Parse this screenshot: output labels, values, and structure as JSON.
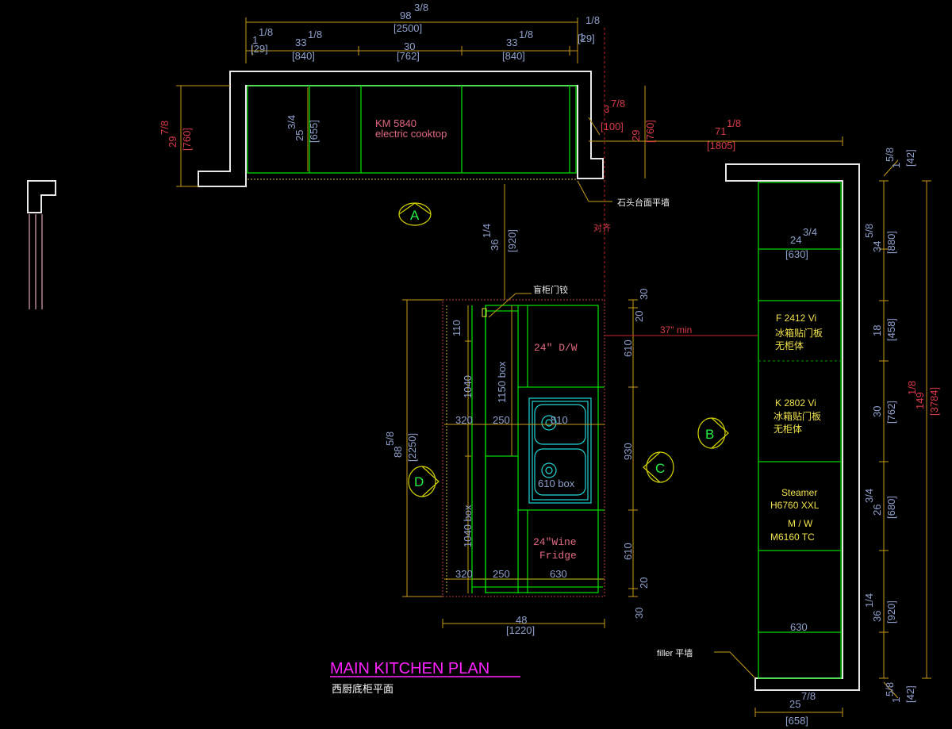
{
  "title": "MAIN KITCHEN PLAN",
  "subtitle": "西厨底柜平面",
  "labels": {
    "sec_a": "A",
    "sec_b": "B",
    "sec_c": "C",
    "sec_d": "D",
    "cooktop1": "KM 5840",
    "cooktop2": "electric cooktop",
    "dw": "24\" D/W",
    "wine1": "24\"Wine",
    "wine2": "Fridge",
    "fridge_f": "F 2412 Vi",
    "fridge_k": "K 2802 Vi",
    "panel": "冰箱贴门板",
    "nobox": "无柜体",
    "steamer1": "Steamer",
    "steamer2": "H6760 XXL",
    "steamer3": "M / W",
    "steamer4": "M6160 TC",
    "stone_note": "石头台面平墙",
    "hinge_note": "盲柜门铰",
    "filler_note": "filler 平墙",
    "align_note": "对齐",
    "min37": "37\" min"
  },
  "dims": {
    "top_total": "98",
    "top_total_frac": "3/8",
    "top_total_mm": "[2500]",
    "w1": "1",
    "w1_frac": "1/8",
    "w1_mm": "[29]",
    "w2": "33",
    "w2_frac": "1/8",
    "w2_mm": "[840]",
    "w3": "30",
    "w3_mm": "[762]",
    "w4": "33",
    "w4_frac": "1/8",
    "w4_mm": "[840]",
    "w5": "1",
    "w5_frac": "1/8",
    "w5_mm": "[29]",
    "left_depth": "29",
    "left_depth_frac": "7/8",
    "left_depth_mm": "[760]",
    "cab_depth": "25",
    "cab_depth_frac": "3/4",
    "cab_depth_mm": "[655]",
    "gap_r": "3",
    "gap_r_frac": "7/8",
    "gap_r_mm": "[100]",
    "right_depth": "29",
    "right_depth_mm": "[760]",
    "run_r": "71",
    "run_r_frac": "1/8",
    "run_r_mm": "[1805]",
    "aisle": "36",
    "aisle_frac": "1/4",
    "aisle_mm": "[920]",
    "isl_w": "48",
    "isl_w_mm": "[1220]",
    "isl_h": "88",
    "isl_h_frac": "5/8",
    "isl_h_mm": "[2250]",
    "d110": "110",
    "d1040a": "1040",
    "d1150": "1150 box",
    "d320a": "320",
    "d250a": "250",
    "d810": "810",
    "d1040b": "1040 box",
    "d320b": "320",
    "d250b": "250",
    "d630a": "630",
    "d610box": "610 box",
    "d30a": "30",
    "d20a": "20",
    "d610a": "610",
    "d930": "930",
    "d610b": "610",
    "d20b": "20",
    "d30b": "30",
    "col_w": "24",
    "col_w_frac": "3/4",
    "col_w_mm": "[630]",
    "col_b": "630",
    "bot_w": "25",
    "bot_w_frac": "7/8",
    "bot_w_mm": "[658]",
    "r_top": "1",
    "r_top_frac": "5/8",
    "r_top_mm": "[42]",
    "r_bot": "1",
    "r_bot_frac": "5/8",
    "r_bot_mm": "[42]",
    "r1": "34",
    "r1_frac": "5/8",
    "r1_mm": "[880]",
    "r2": "18",
    "r2_mm": "[458]",
    "r3": "30",
    "r3_mm": "[762]",
    "r4": "26",
    "r4_frac": "3/4",
    "r4_mm": "[680]",
    "r5": "36",
    "r5_frac": "1/4",
    "r5_mm": "[920]",
    "r_total": "149",
    "r_total_frac": "1/8",
    "r_total_mm": "[3784]"
  }
}
